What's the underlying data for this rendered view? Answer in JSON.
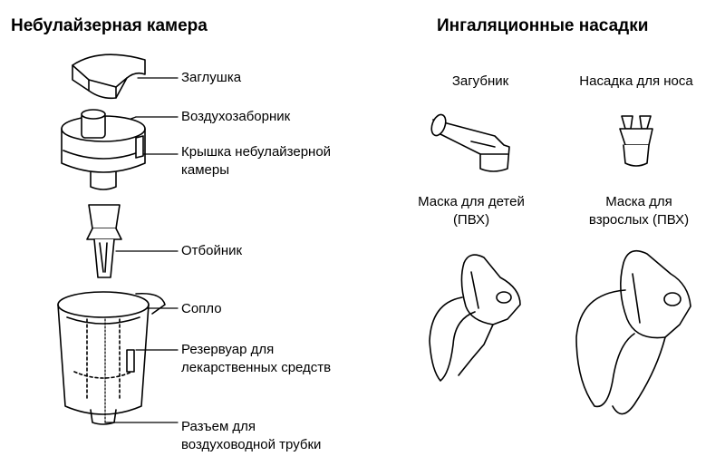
{
  "left": {
    "title": "Небулайзерная камера",
    "parts": [
      {
        "lines": [
          "Заглушка"
        ]
      },
      {
        "lines": [
          "Воздухозаборник"
        ]
      },
      {
        "lines": [
          "Крышка небулайзерной",
          "камеры"
        ]
      },
      {
        "lines": [
          "Отбойник"
        ]
      },
      {
        "lines": [
          "Сопло"
        ]
      },
      {
        "lines": [
          "Резервуар для",
          "лекарственных средств"
        ]
      },
      {
        "lines": [
          "Разъем для",
          "воздуховодной трубки"
        ]
      }
    ]
  },
  "right": {
    "title": "Ингаляционные насадки",
    "items": [
      {
        "lines": [
          "Загубник"
        ]
      },
      {
        "lines": [
          "Насадка для носа"
        ]
      },
      {
        "lines": [
          "Маска для детей",
          "(ПВХ)"
        ]
      },
      {
        "lines": [
          "Маска для",
          "взрослых (ПВХ)"
        ]
      }
    ]
  },
  "colors": {
    "line": "#000000",
    "fill": "#ffffff",
    "shade": "#444444"
  }
}
